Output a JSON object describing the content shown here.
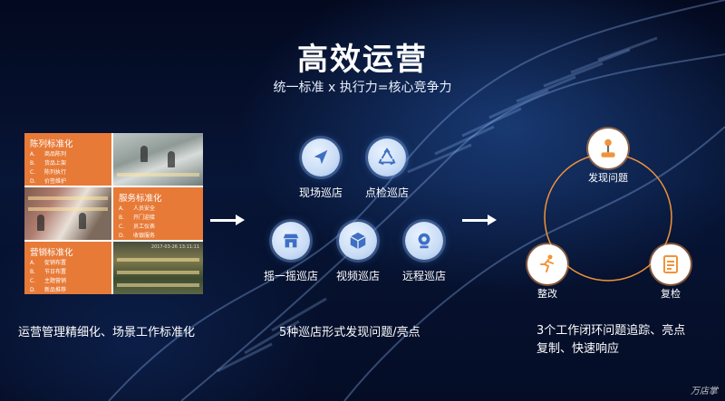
{
  "title": "高效运营",
  "subtitle": "统一标准 x 执行力=核心竞争力",
  "collage": {
    "panels": [
      {
        "title": "陈列标准化",
        "items": [
          [
            "A.",
            "商品陈列"
          ],
          [
            "B.",
            "货品上架"
          ],
          [
            "C.",
            "陈列执行"
          ],
          [
            "D.",
            "价签维护"
          ]
        ]
      },
      {
        "title": "服务标准化",
        "items": [
          [
            "A.",
            "人员安全"
          ],
          [
            "B.",
            "开门迎接"
          ],
          [
            "C.",
            "员工仪表"
          ],
          [
            "D.",
            "收银服务"
          ]
        ]
      },
      {
        "title": "营销标准化",
        "items": [
          [
            "A.",
            "促销布置"
          ],
          [
            "B.",
            "节日布置"
          ],
          [
            "C.",
            "主题营销"
          ],
          [
            "D.",
            "新品推荐"
          ]
        ]
      }
    ],
    "timestamp": "2017-03-26 13:11:11"
  },
  "left_caption": "运营管理精细化、场景工作标准化",
  "middle": {
    "icons": [
      {
        "label": "现场巡店",
        "icon": "navigation-arrow-icon"
      },
      {
        "label": "点检巡店",
        "icon": "recycle-icon"
      },
      {
        "label": "摇一摇巡店",
        "icon": "store-icon"
      },
      {
        "label": "视频巡店",
        "icon": "cube-icon"
      },
      {
        "label": "远程巡店",
        "icon": "camera-icon"
      }
    ],
    "caption": "5种巡店形式发现问题/亮点"
  },
  "cycle": {
    "nodes": [
      {
        "label": "发现问题",
        "icon": "joystick-icon"
      },
      {
        "label": "复检",
        "icon": "checklist-icon"
      },
      {
        "label": "整改",
        "icon": "runner-icon"
      }
    ],
    "accent": "#f29338"
  },
  "right_caption": {
    "line1": "3个工作闭环问题追踪、亮点",
    "line2": "复制、快速响应"
  },
  "colors": {
    "orange_panel": "#e77a37",
    "accent": "#f29338",
    "background": "#071536"
  }
}
